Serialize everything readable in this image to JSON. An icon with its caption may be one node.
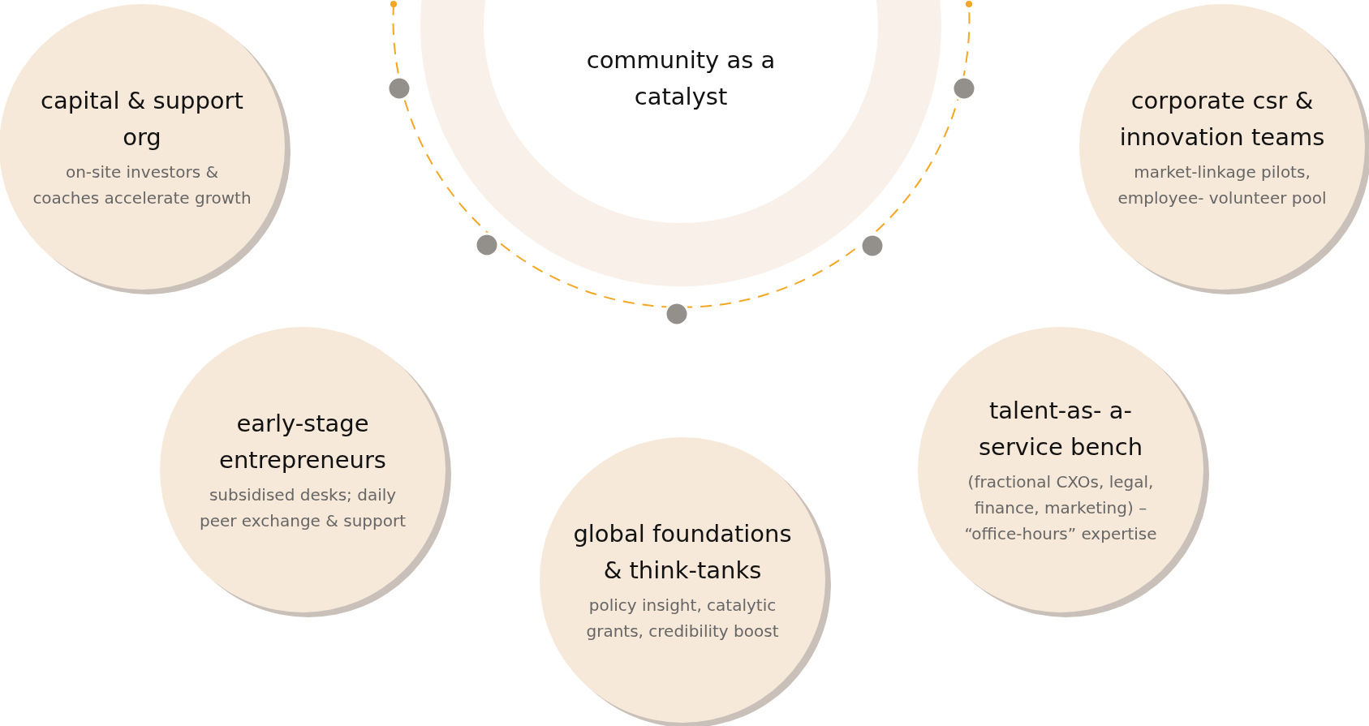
{
  "diagram": {
    "nodes": [
      {
        "text": [
          "community as a catalyst"
        ]
      },
      {
        "text": [
          "capital & support org",
          "on-site investors & coaches accelerate growth"
        ]
      },
      {
        "text": [
          "corporate csr & innovation teams",
          "market-linkage pilots, employee- volunteer pool"
        ]
      },
      {
        "text": [
          "early-stage entrepreneurs",
          "subsidised desks; daily peer exchange & support"
        ]
      },
      {
        "text": [
          "talent-as- a-service bench",
          "(fractional CXOs, legal, finance, marketing) – “office-hours” expertise"
        ]
      },
      {
        "text": [
          "global foundations & think-tanks",
          "policy insight, catalytic grants, credibility boost"
        ]
      }
    ]
  }
}
